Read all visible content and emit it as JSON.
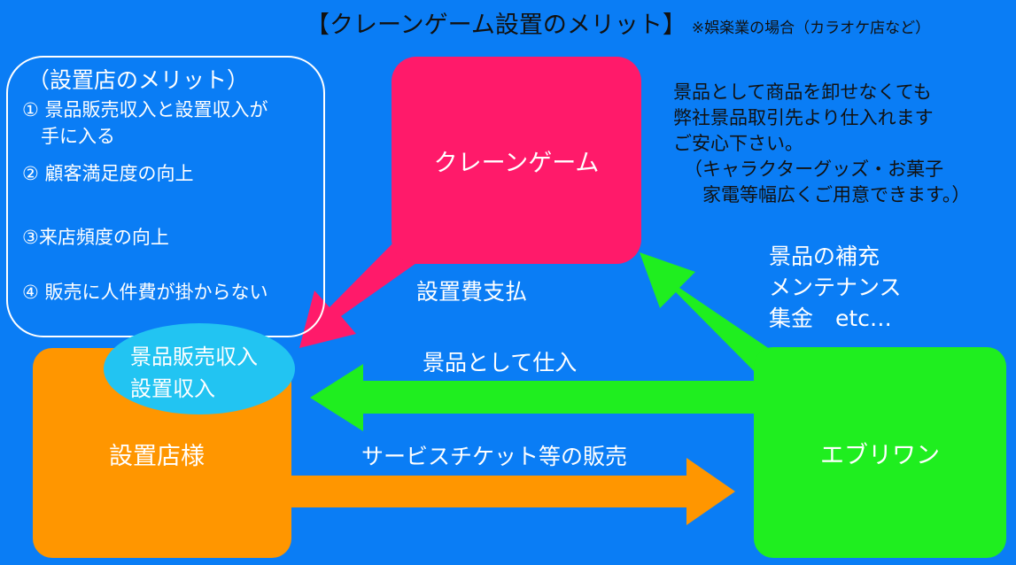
{
  "title": {
    "main": "【クレーンゲーム設置のメリット】",
    "note": "※娯楽業の場合（カラオケ店など）"
  },
  "merits": {
    "heading": "（設置店のメリット）",
    "items": [
      "① 景品販売収入と設置収入が",
      "　手に入る",
      "② 顧客満足度の向上",
      "③来店頻度の向上",
      "④ 販売に人件費が掛からない"
    ]
  },
  "nodes": {
    "crane": "クレーンゲーム",
    "store": "設置店様",
    "company": "エブリワン",
    "revenue_line1": "景品販売収入",
    "revenue_line2": "設置収入"
  },
  "note_right": [
    "景品として商品を卸せなくても",
    "弊社景品取引先より仕入れます",
    "ご安心下さい。",
    "（キャラクターグッズ・お菓子",
    "　家電等幅広くご用意できます。）"
  ],
  "services": [
    "景品の補充",
    "メンテナンス",
    "集金　etc…"
  ],
  "arrow_labels": {
    "install_fee": "設置費支払",
    "purchase_as_prize": "景品として仕入",
    "ticket_sales": "サービスチケット等の販売"
  },
  "colors": {
    "background": "#0a7df5",
    "crane": "#ff1a6a",
    "store": "#ff9600",
    "company": "#1fee1f",
    "revenue": "#22c4f2",
    "arrow_pink": "#ff1a6a",
    "arrow_green": "#1fee1f",
    "arrow_orange": "#ff9600"
  }
}
